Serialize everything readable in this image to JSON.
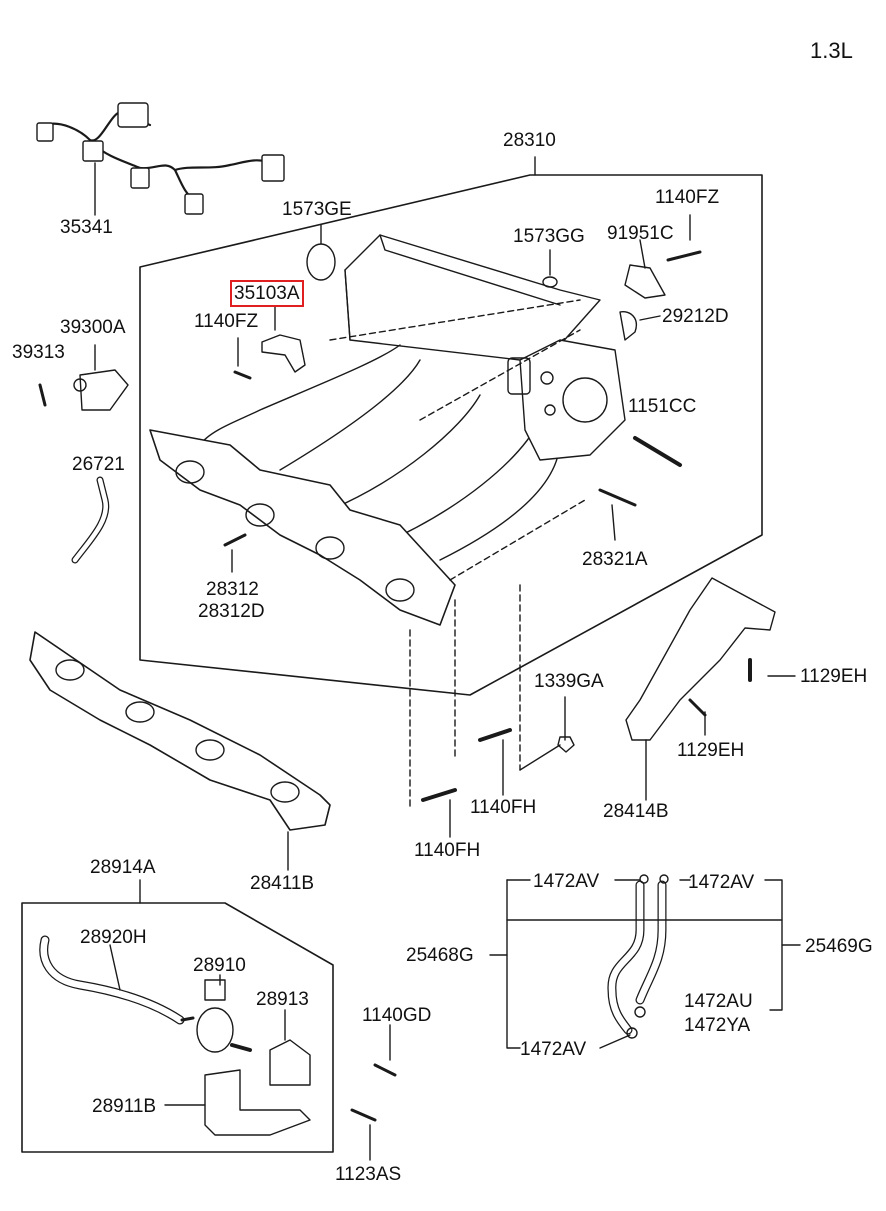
{
  "title": "1.3L",
  "highlight_color": "#e02020",
  "labels": {
    "p28310": "28310",
    "p35341": "35341",
    "p1573GE": "1573GE",
    "p35103A": "35103A",
    "p1140FZ_a": "1140FZ",
    "p1573GG": "1573GG",
    "p91951C": "91951C",
    "p1140FZ_b": "1140FZ",
    "p29212D": "29212D",
    "p39300A": "39300A",
    "p39313": "39313",
    "p1151CC": "1151CC",
    "p26721": "26721",
    "p28312": "28312",
    "p28312D": "28312D",
    "p28321A": "28321A",
    "p1339GA": "1339GA",
    "p1129EH_a": "1129EH",
    "p1129EH_b": "1129EH",
    "p1140FH_a": "1140FH",
    "p1140FH_b": "1140FH",
    "p28414B": "28414B",
    "p28411B": "28411B",
    "p28914A": "28914A",
    "p28920H": "28920H",
    "p28910": "28910",
    "p28913": "28913",
    "p28911B": "28911B",
    "p1140GD": "1140GD",
    "p1123AS": "1123AS",
    "p1472AV_a": "1472AV",
    "p1472AV_b": "1472AV",
    "p1472AV_c": "1472AV",
    "p25468G": "25468G",
    "p25469G": "25469G",
    "p1472AU": "1472AU",
    "p1472YA": "1472YA"
  }
}
